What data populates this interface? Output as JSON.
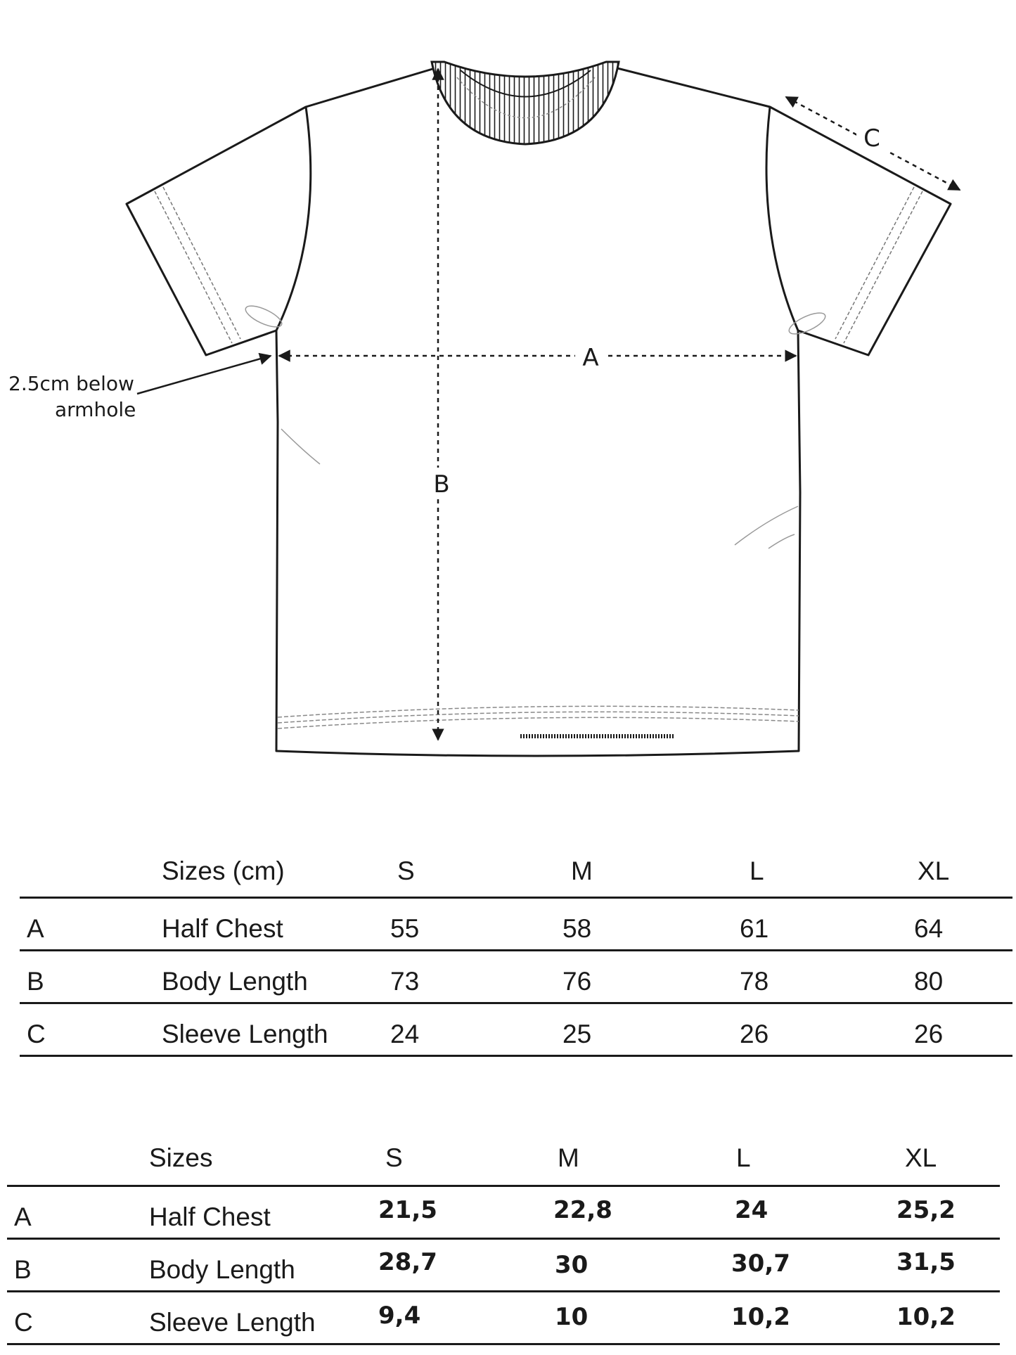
{
  "diagram": {
    "labels": {
      "a": "A",
      "b": "B",
      "c": "C"
    },
    "note_line1": "2.5cm below",
    "note_line2": "armhole"
  },
  "table_cm": {
    "header": {
      "label": "Sizes (cm)",
      "s": "S",
      "m": "M",
      "l": "L",
      "xl": "XL"
    },
    "rows": [
      {
        "key": "A",
        "name": "Half Chest",
        "s": "55",
        "m": "58",
        "l": "61",
        "xl": "64"
      },
      {
        "key": "B",
        "name": "Body Length",
        "s": "73",
        "m": "76",
        "l": "78",
        "xl": "80"
      },
      {
        "key": "C",
        "name": "Sleeve Length",
        "s": "24",
        "m": "25",
        "l": "26",
        "xl": "26"
      }
    ]
  },
  "table_in": {
    "header": {
      "label": "Sizes",
      "s": "S",
      "m": "M",
      "l": "L",
      "xl": "XL"
    },
    "rows": [
      {
        "key": "A",
        "name": "Half Chest",
        "s": "21,5",
        "m": "22,8",
        "l": "24",
        "xl": "25,2"
      },
      {
        "key": "B",
        "name": "Body Length",
        "s": "28,7",
        "m": "30",
        "l": "30,7",
        "xl": "31,5"
      },
      {
        "key": "C",
        "name": "Sleeve Length",
        "s": "9,4",
        "m": "10",
        "l": "10,2",
        "xl": "10,2"
      }
    ]
  }
}
